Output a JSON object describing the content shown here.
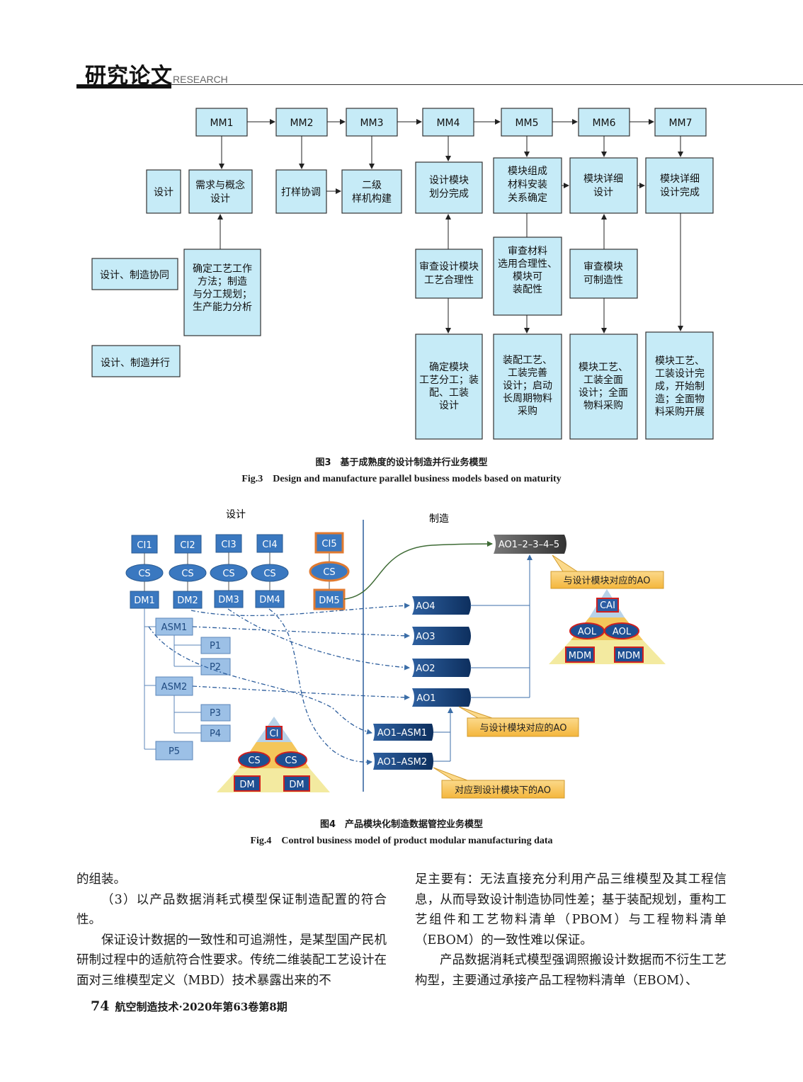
{
  "header": {
    "title": "研究论文",
    "subtitle": "RESEARCH"
  },
  "fig3": {
    "mm": [
      "MM1",
      "MM2",
      "MM3",
      "MM4",
      "MM5",
      "MM6",
      "MM7"
    ],
    "row2": {
      "design": "设计",
      "b1": [
        "需求与概念",
        "设计"
      ],
      "b2": "打样协调",
      "b3": [
        "二级",
        "样机构建"
      ],
      "b4": [
        "设计模块",
        "划分完成"
      ],
      "b5": [
        "模块组成",
        "材料安装",
        "关系确定"
      ],
      "b6": [
        "模块详细",
        "设计"
      ],
      "b7": [
        "模块详细",
        "设计完成"
      ]
    },
    "row3": {
      "collab": "设计、制造协同",
      "b1": [
        "确定工艺工作",
        "方法；制造",
        "与分工规划；",
        "生产能力分析"
      ],
      "b4": [
        "审查设计模块",
        "工艺合理性"
      ],
      "b5": [
        "审查材料",
        "选用合理性、",
        "模块可",
        "装配性"
      ],
      "b6": [
        "审查模块",
        "可制造性"
      ]
    },
    "row4": {
      "parallel": "设计、制造并行",
      "b4": [
        "确定模块",
        "工艺分工；装",
        "配、工装",
        "设计"
      ],
      "b5": [
        "装配工艺、",
        "工装完善",
        "设计；启动",
        "长周期物料",
        "采购"
      ],
      "b6": [
        "模块工艺、",
        "工装全面",
        "设计；全面",
        "物料采购"
      ],
      "b7": [
        "模块工艺、",
        "工装设计完",
        "成，开始制",
        "造；全面物",
        "料采购开展"
      ]
    },
    "caption_zh": "图3　基于成熟度的设计制造并行业务模型",
    "caption_en": "Fig.3　Design and manufacture parallel business models based on maturity"
  },
  "fig4": {
    "label_design": "设计",
    "label_mfg": "制造",
    "ci": [
      "CI1",
      "CI2",
      "CI3",
      "CI4",
      "CI5"
    ],
    "cs": "CS",
    "dm": [
      "DM1",
      "DM2",
      "DM3",
      "DM4",
      "DM5"
    ],
    "asm": [
      "ASM1",
      "ASM2"
    ],
    "parts": [
      "P1",
      "P2",
      "P3",
      "P4",
      "P5"
    ],
    "ao": [
      "AO4",
      "AO3",
      "AO2",
      "AO1"
    ],
    "ao_top": "AO1–2–3–4–5",
    "ao_asm": [
      "AO1–ASM1",
      "AO1–ASM2"
    ],
    "callout1": "与设计模块对应的AO",
    "callout2": "与设计模块对应的AO",
    "callout3": "对应到设计模块下的AO",
    "pyr_left": {
      "top": "CI",
      "mid": "CS",
      "bot": "DM"
    },
    "pyr_right": {
      "top": "CAI",
      "mid": "AOL",
      "bot": "MDM"
    },
    "caption_zh": "图4　产品模块化制造数据管控业务模型",
    "caption_en": "Fig.4　Control business model of product modular manufacturing data"
  },
  "text": {
    "left": [
      "的组装。",
      "（3）以产品数据消耗式模型保证制造配置的符合性。",
      "保证设计数据的一致性和可追溯性，是某型国产民机研制过程中的适航符合性要求。传统二维装配工艺设计在面对三维模型定义（MBD）技术暴露出来的不"
    ],
    "right": [
      "足主要有：无法直接充分利用产品三维模型及其工程信息，从而导致设计制造协同性差；基于装配规划，重构工艺组件和工艺物料清单（PBOM）与工程物料清单（EBOM）的一致性难以保证。",
      "产品数据消耗式模型强调照搬设计数据而不衍生工艺构型，主要通过承接产品工程物料清单（EBOM）、"
    ]
  },
  "footer": {
    "page": "74",
    "journal": "航空制造技术·2020年第63卷第8期"
  }
}
